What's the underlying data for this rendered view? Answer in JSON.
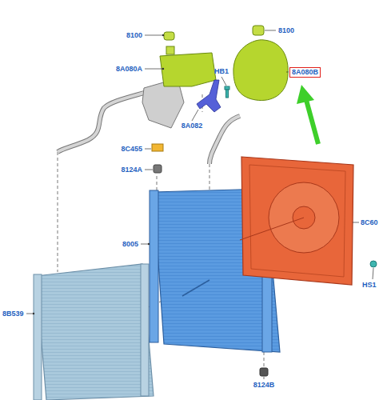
{
  "diagram": {
    "nodes": [
      {
        "text": [
          "8A080B"
        ]
      }
    ],
    "labels": [
      "8100",
      "8A080A",
      "HB1",
      "8100",
      "8A082",
      "8C455",
      "8124A",
      "8005",
      "8C60",
      "HS1",
      "8B539",
      "8124B"
    ]
  }
}
